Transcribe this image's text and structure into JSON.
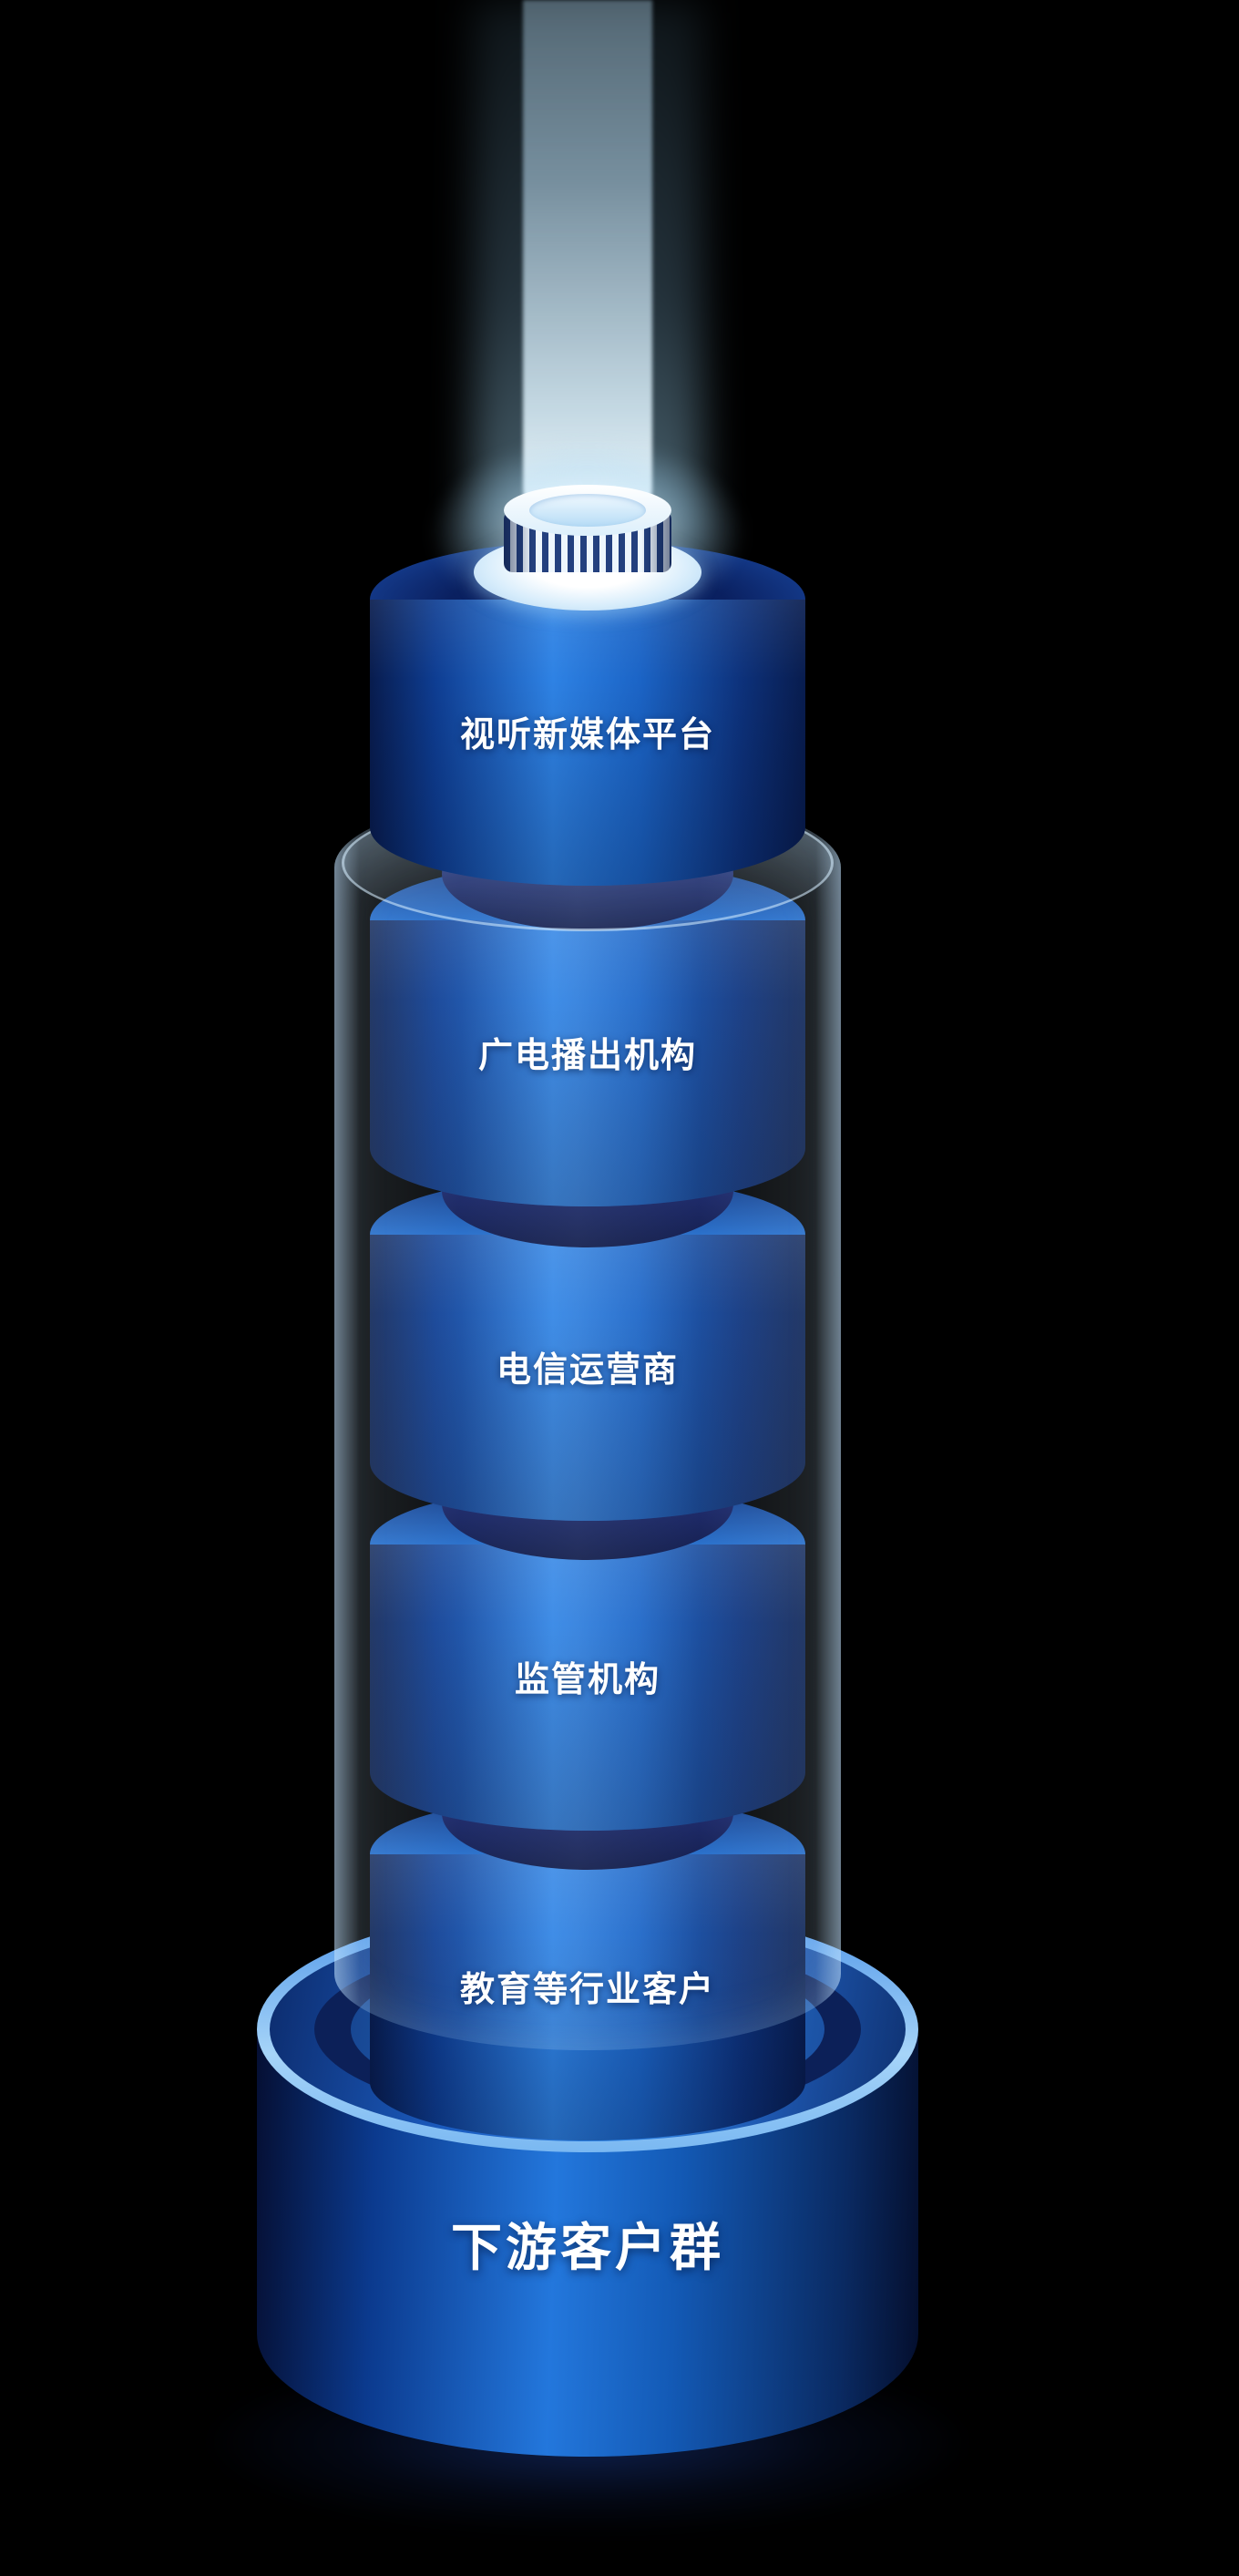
{
  "tower": {
    "levels": [
      {
        "label": "视听新媒体平台"
      },
      {
        "label": "广电播出机构"
      },
      {
        "label": "电信运营商"
      },
      {
        "label": "监管机构"
      },
      {
        "label": "教育等行业客户"
      }
    ],
    "base": {
      "label": "下游客户群"
    }
  },
  "colors": {
    "background": "#000000",
    "cylinder_highlight": "#2e82e4",
    "cylinder_shadow": "#081c4e",
    "top_face_light": "#5ea6f0",
    "connector_dark": "#0a1342",
    "glass_edge": "rgba(205,232,255,0.50)",
    "base_rim": "#a6d4f8",
    "beam_light": "#e6f6ff",
    "label_text": "#ffffff"
  }
}
